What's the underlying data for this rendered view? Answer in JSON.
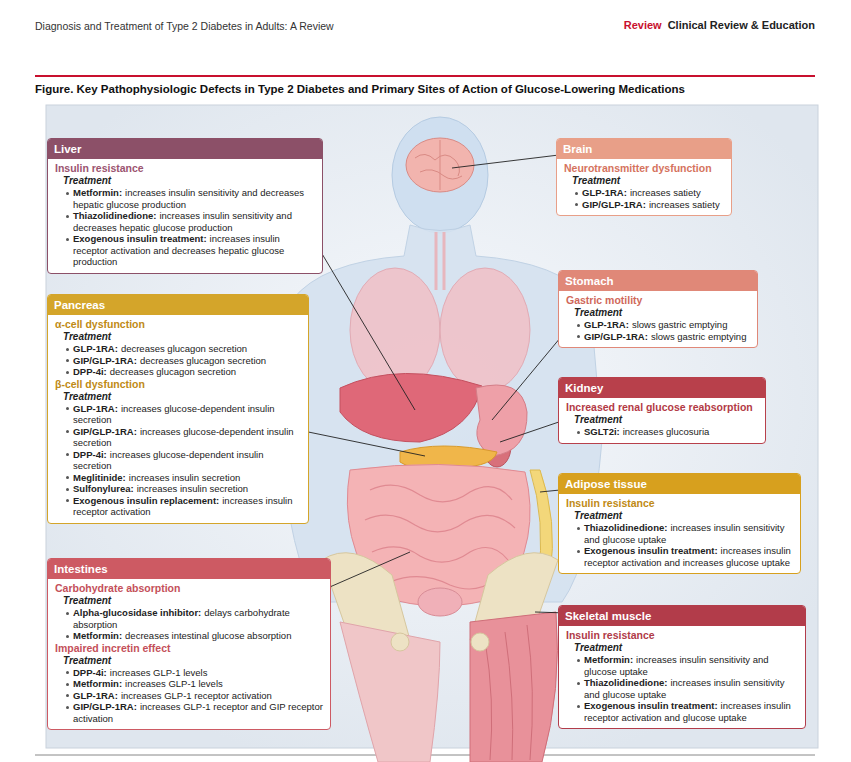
{
  "diagram": {
    "title": "Figure. Key Pathophysiologic Defects in Type 2 Diabetes and Primary Sites of Action of Glucose-Lowering Medications",
    "nodes": [
      {
        "text": [
          "Liver",
          "Insulin resistance",
          "Treatment",
          "Metformin:",
          "increases insulin sensitivity and decreases hepatic glucose production",
          "Thiazolidinedione:",
          "increases insulin sensitivity and decreases hepatic glucose production",
          "Exogenous insulin treatment:",
          "increases insulin receptor activation and decreases hepatic glucose production"
        ]
      },
      {
        "text": [
          "Pancreas",
          "α-cell dysfunction",
          "Treatment",
          "GLP-1RA:",
          "decreases glucagon secretion",
          "GIP/GLP-1RA:",
          "decreases glucagon secretion",
          "DPP-4i:",
          "decreases glucagon secretion",
          "β-cell dysfunction",
          "Treatment",
          "GLP-1RA:",
          "increases glucose-dependent insulin secretion",
          "GIP/GLP-1RA:",
          "increases glucose-dependent insulin secretion",
          "DPP-4i:",
          "increases glucose-dependent insulin secretion",
          "Meglitinide:",
          "increases insulin secretion",
          "Sulfonylurea:",
          "increases insulin secretion",
          "Exogenous insulin replacement:",
          "increases insulin receptor activation"
        ]
      },
      {
        "text": [
          "Intestines",
          "Carbohydrate absorption",
          "Treatment",
          "Alpha-glucosidase inhibitor:",
          "delays carbohydrate absorption",
          "Metformin:",
          "decreases intestinal glucose absorption",
          "Impaired incretin effect",
          "Treatment",
          "DPP-4i:",
          "increases GLP-1 levels",
          "Metformin:",
          "increases GLP-1 levels",
          "GLP-1RA:",
          "increases GLP-1 receptor activation",
          "GIP/GLP-1RA:",
          "increases GLP-1 receptor and GIP receptor activation"
        ]
      },
      {
        "text": [
          "Brain",
          "Neurotransmitter dysfunction",
          "Treatment",
          "GLP-1RA:",
          "increases satiety",
          "GIP/GLP-1RA:",
          "increases satiety"
        ]
      },
      {
        "text": [
          "Stomach",
          "Gastric motility",
          "Treatment",
          "GLP-1RA:",
          "slows gastric emptying",
          "GIP/GLP-1RA:",
          "slows gastric emptying"
        ]
      },
      {
        "text": [
          "Kidney",
          "Increased renal glucose reabsorption",
          "Treatment",
          "SGLT2i:",
          "increases glucosuria"
        ]
      },
      {
        "text": [
          "Adipose tissue",
          "Insulin resistance",
          "Treatment",
          "Thiazolidinedione:",
          "increases insulin sensitivity and glucose uptake",
          "Exogenous insulin treatment:",
          "increases insulin receptor activation and increases glucose uptake"
        ]
      },
      {
        "text": [
          "Skeletal muscle",
          "Insulin resistance",
          "Treatment",
          "Metformin:",
          "increases insulin sensitivity and glucose uptake",
          "Thiazolidinedione:",
          "increases insulin sensitivity and glucose uptake",
          "Exogenous insulin treatment:",
          "increases insulin receptor activation and glucose uptake"
        ]
      }
    ],
    "labels": [
      "Diagnosis and Treatment of Type 2 Diabetes in Adults: A Review",
      "Review",
      "Clinical Review & Education"
    ]
  }
}
